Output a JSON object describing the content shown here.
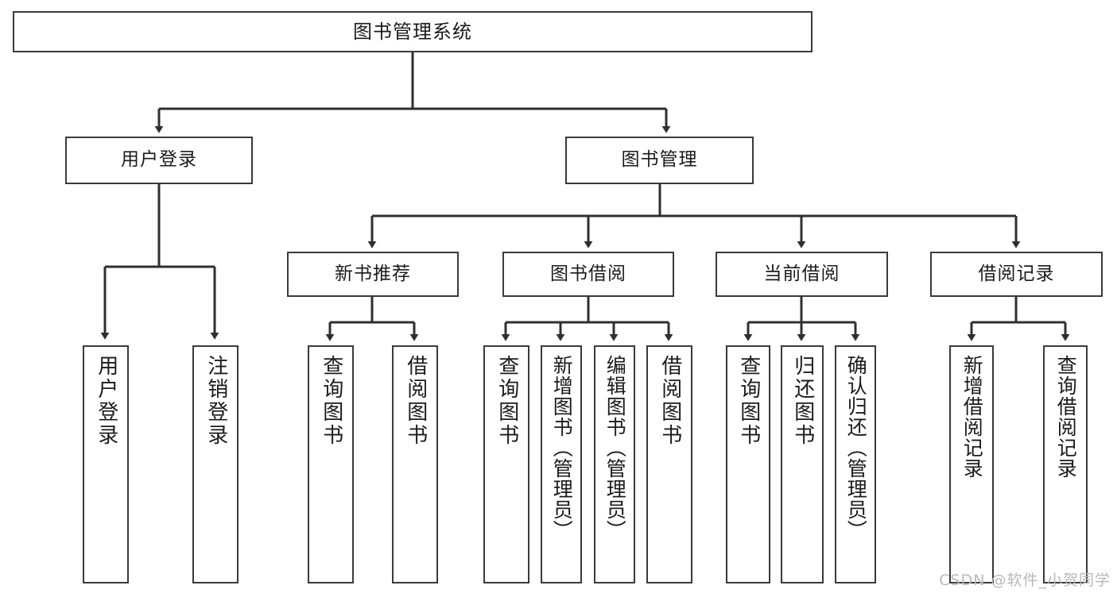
{
  "diagram": {
    "title": "图书管理系统",
    "type": "tree",
    "watermark": "CSDN @软件_小贺同学",
    "colors": {
      "box_border": "#3a3a3a",
      "box_fill": "#ffffff",
      "link": "#2f2f2f",
      "text": "#1b1b1b",
      "watermark": "#b9b9b9",
      "background": "#ffffff"
    },
    "levels": {
      "root": [
        "图书管理系统"
      ],
      "level2": [
        "用户登录",
        "图书管理"
      ],
      "level3": [
        "新书推荐",
        "图书借阅",
        "当前借阅",
        "借阅记录"
      ],
      "leaves": [
        "用户登录",
        "注销登录",
        "查询图书",
        "借阅图书",
        "查询图书",
        "新增图书（管理员）",
        "编辑图书（管理员）",
        "借阅图书",
        "查询图书",
        "归还图书",
        "确认归还（管理员）",
        "新增借阅记录",
        "查询借阅记录"
      ]
    },
    "nodes": {
      "root": {
        "label": "图书管理系统"
      },
      "user_login": {
        "label": "用户登录"
      },
      "book_mgmt": {
        "label": "图书管理"
      },
      "new_book_rec": {
        "label": "新书推荐"
      },
      "book_borrow": {
        "label": "图书借阅"
      },
      "current_borrow": {
        "label": "当前借阅"
      },
      "borrow_record": {
        "label": "借阅记录"
      },
      "leaf_user_login": {
        "label": "用户登录"
      },
      "leaf_logout": {
        "label": "注销登录"
      },
      "leaf_query_book_1": {
        "label": "查询图书"
      },
      "leaf_borrow_book_1": {
        "label": "借阅图书"
      },
      "leaf_query_book_2": {
        "label": "查询图书"
      },
      "leaf_add_book": {
        "label": "新增图书（管理员）"
      },
      "leaf_edit_book": {
        "label": "编辑图书（管理员）"
      },
      "leaf_borrow_book_2": {
        "label": "借阅图书"
      },
      "leaf_query_book_3": {
        "label": "查询图书"
      },
      "leaf_return_book": {
        "label": "归还图书"
      },
      "leaf_confirm_return": {
        "label": "确认归还（管理员）"
      },
      "leaf_add_record": {
        "label": "新增借阅记录"
      },
      "leaf_query_record": {
        "label": "查询借阅记录"
      }
    },
    "edges": [
      {
        "from": "root",
        "to": "user_login"
      },
      {
        "from": "root",
        "to": "book_mgmt"
      },
      {
        "from": "user_login",
        "to": "leaf_user_login"
      },
      {
        "from": "user_login",
        "to": "leaf_logout"
      },
      {
        "from": "book_mgmt",
        "to": "new_book_rec"
      },
      {
        "from": "book_mgmt",
        "to": "book_borrow"
      },
      {
        "from": "book_mgmt",
        "to": "current_borrow"
      },
      {
        "from": "book_mgmt",
        "to": "borrow_record"
      },
      {
        "from": "new_book_rec",
        "to": "leaf_query_book_1"
      },
      {
        "from": "new_book_rec",
        "to": "leaf_borrow_book_1"
      },
      {
        "from": "book_borrow",
        "to": "leaf_query_book_2"
      },
      {
        "from": "book_borrow",
        "to": "leaf_add_book"
      },
      {
        "from": "book_borrow",
        "to": "leaf_edit_book"
      },
      {
        "from": "book_borrow",
        "to": "leaf_borrow_book_2"
      },
      {
        "from": "current_borrow",
        "to": "leaf_query_book_3"
      },
      {
        "from": "current_borrow",
        "to": "leaf_return_book"
      },
      {
        "from": "current_borrow",
        "to": "leaf_confirm_return"
      },
      {
        "from": "borrow_record",
        "to": "leaf_add_record"
      },
      {
        "from": "borrow_record",
        "to": "leaf_query_record"
      }
    ]
  }
}
